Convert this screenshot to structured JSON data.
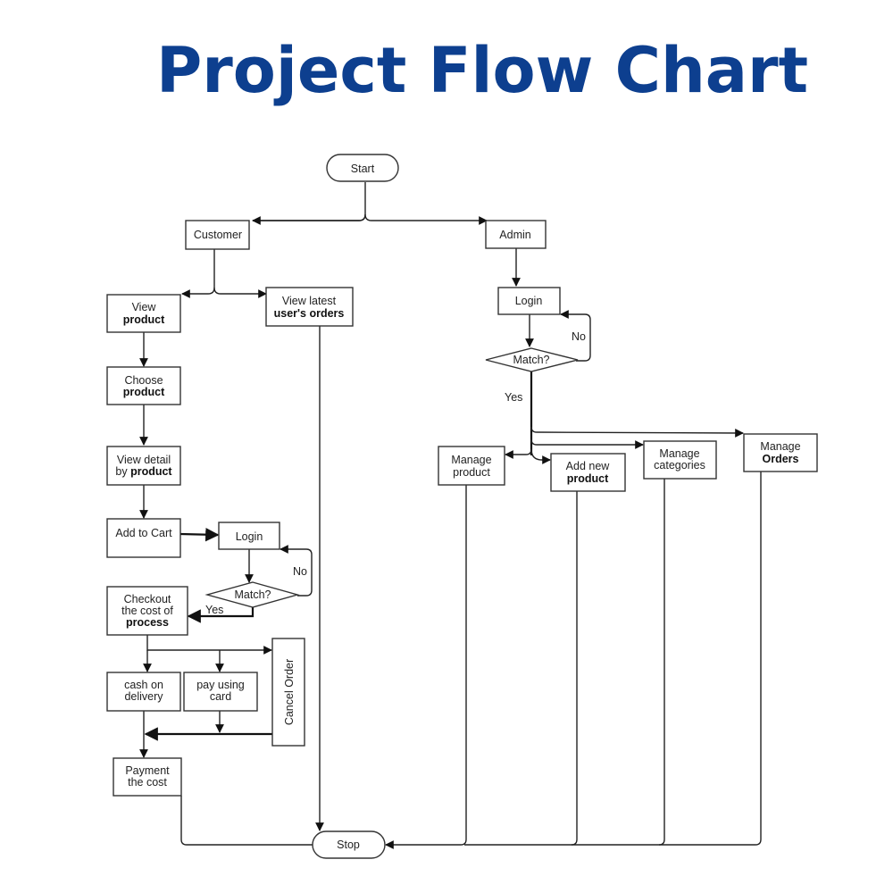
{
  "title": "Project Flow Chart",
  "colors": {
    "title": "#0d3f8f",
    "line": "#222222",
    "box_border": "#333333",
    "background": "#ffffff"
  },
  "nodes": {
    "start": "Start",
    "customer": "Customer",
    "admin": "Admin",
    "view_product": {
      "line1": "View",
      "line2": "product"
    },
    "view_latest_orders": {
      "line1": "View latest",
      "line2": "user's orders"
    },
    "choose_product": {
      "line1": "Choose",
      "line2": "product"
    },
    "view_detail": {
      "line1": "View detail",
      "line2_prefix": "by ",
      "line2_bold": "product"
    },
    "add_to_cart": "Add to Cart",
    "customer_login": "Login",
    "customer_match": "Match?",
    "checkout": {
      "line1": "Checkout",
      "line2": "the cost of",
      "line3": "process"
    },
    "cash_on_delivery": {
      "line1": "cash on",
      "line2": "delivery"
    },
    "pay_using_card": {
      "line1": "pay using",
      "line2": "card"
    },
    "cancel_order": "Cancel Order",
    "payment": {
      "line1": "Payment",
      "line2": "the cost"
    },
    "stop": "Stop",
    "admin_login": "Login",
    "admin_match": "Match?",
    "manage_product": {
      "line1": "Manage",
      "line2": "product"
    },
    "add_new_product": {
      "line1": "Add new",
      "line2": "product"
    },
    "manage_categories": {
      "line1": "Manage",
      "line2": "categories"
    },
    "manage_orders": {
      "line1": "Manage",
      "line2": "Orders"
    }
  },
  "edge_labels": {
    "customer_no": "No",
    "customer_yes": "Yes",
    "admin_no": "No",
    "admin_yes": "Yes"
  }
}
